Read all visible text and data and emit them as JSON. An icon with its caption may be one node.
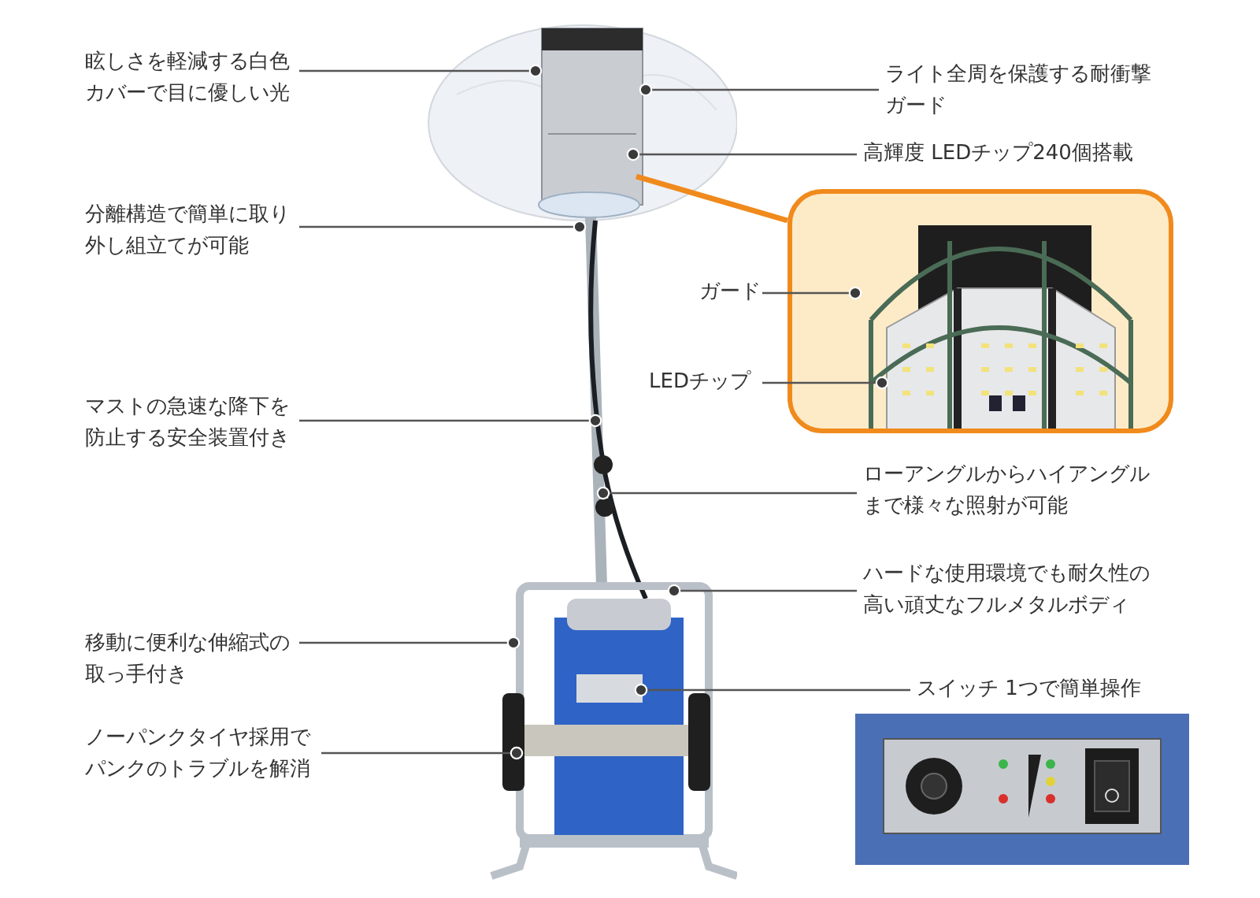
{
  "diagram": {
    "nodes": [
      {
        "text": [
          "眩しさを軽減する白色カバーで目に優しい光"
        ]
      },
      {
        "text": [
          "分離構造で簡単に取り外し組立てが可能"
        ]
      },
      {
        "text": [
          "マストの急速な降下を防止する安全装置付き"
        ]
      },
      {
        "text": [
          "移動に便利な伸縮式の取っ手付き"
        ]
      },
      {
        "text": [
          "ノーパンクタイヤ採用でパンクのトラブルを解消"
        ]
      },
      {
        "text": [
          "ライト全周を保護する耐衝撃ガード"
        ]
      },
      {
        "text": [
          "高輝度 LEDチップ240個搭載"
        ]
      },
      {
        "text": [],
        "shape": "picture"
      },
      {
        "text": [
          "ガード"
        ]
      },
      {
        "text": [
          "LEDチップ"
        ]
      },
      {
        "text": [
          "ローアングルからハイアングルまで様々な照射が可能"
        ]
      },
      {
        "text": [
          "ハードな使用環境でも耐久性の高い頑丈なフルメタルボディ"
        ]
      },
      {
        "text": [
          "スイッチ 1つで簡単操作"
        ]
      }
    ],
    "edges": [
      {
        "from": 0,
        "to": null,
        "arrow": "other"
      },
      {
        "from": 1,
        "to": null,
        "arrow": "other"
      },
      {
        "from": 2,
        "to": null,
        "arrow": "other"
      },
      {
        "from": 3,
        "to": null,
        "arrow": "other"
      },
      {
        "from": 4,
        "to": null,
        "arrow": "other"
      },
      {
        "from": 5,
        "to": null,
        "arrow": "other"
      },
      {
        "from": 6,
        "to": null,
        "arrow": "other"
      },
      {
        "from": null,
        "to": 7,
        "arrow": "none",
        "style": "thick",
        "color": "#f08a1c"
      },
      {
        "from": 8,
        "to": 7,
        "arrow": "other"
      },
      {
        "from": 9,
        "to": 7,
        "arrow": "other"
      },
      {
        "from": 10,
        "to": null,
        "arrow": "other"
      },
      {
        "from": 11,
        "to": null,
        "arrow": "other"
      },
      {
        "from": 12,
        "to": null,
        "arrow": "other"
      }
    ]
  }
}
